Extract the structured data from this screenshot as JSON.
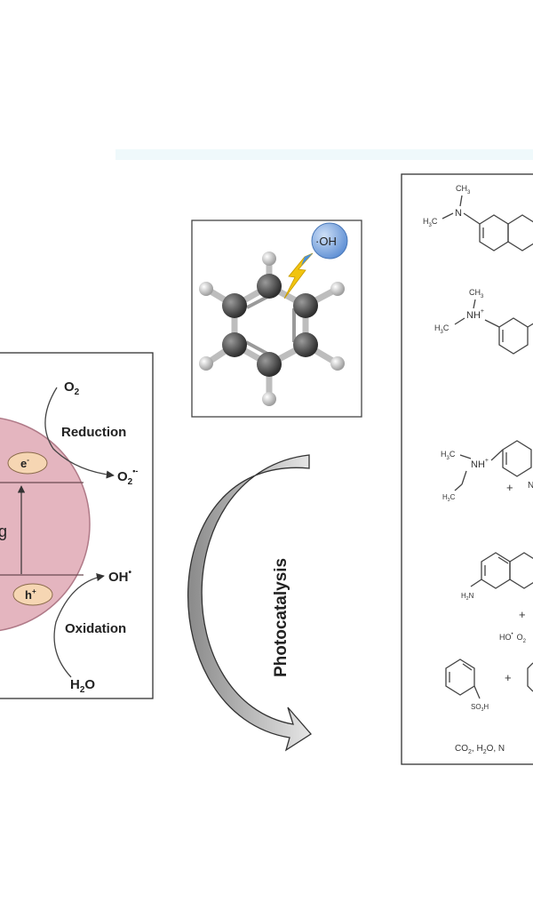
{
  "semiconductor": {
    "reduction_label": "Reduction",
    "oxidation_label": "Oxidation",
    "band_gap_fragment": "g",
    "electron_label": "e",
    "electron_sup": "-",
    "hole_label": "h",
    "hole_sup": "+",
    "o2_label": "O",
    "o2_sub": "2",
    "superoxide_label": "O",
    "superoxide_sub": "2",
    "superoxide_sup": "•-",
    "hydroxyl_label": "OH",
    "hydroxyl_sup": "•",
    "water_label": "H",
    "water_sub": "2",
    "water_tail": "O",
    "colors": {
      "particle": "#e4b5bf",
      "particle_stroke": "#b07a88",
      "carrier": "#f6d6b3"
    }
  },
  "benzene_panel": {
    "radical_label": "·OH",
    "colors": {
      "radical": "#8fb4e6",
      "bolt": "#f1c40f",
      "bolt_blue": "#4a90d9"
    }
  },
  "process": {
    "label": "Photocatalysis"
  },
  "products": {
    "ch3_1": "CH",
    "ch3_1_sub": "3",
    "n_1": "N",
    "h3c_1": "H",
    "h3c_1_sub": "3",
    "h3c_1_tail": "C",
    "ch3_2": "CH",
    "ch3_2_sub": "3",
    "nh_2": "NH",
    "nh_2_sup": "+",
    "h3c_2": "H",
    "h3c_2_sub": "3",
    "h3c_2_tail": "C",
    "h3c_3": "H",
    "h3c_3_sub": "3",
    "h3c_3_tail": "C",
    "nh_3": "NH",
    "nh_3_sup": "+",
    "h3c_3b": "H",
    "h3c_3b_sub": "3",
    "h3c_3b_tail": "C",
    "plus_1": "+",
    "n_cut_1": "N",
    "h2n": "H",
    "h2n_sub": "2",
    "h2n_tail": "N",
    "plus_2": "+",
    "ho_o2": "HO",
    "ho_sup": "•",
    "o2_cut": "O",
    "o2_cut_sub": "2",
    "plus_3": "+",
    "so3h": "SO",
    "so3h_sub": "3",
    "so3h_tail": "H",
    "final": "CO",
    "final_sub": "2",
    "final_mid": ", H",
    "final_mid_sub": "2",
    "final_tail": "O, N"
  }
}
